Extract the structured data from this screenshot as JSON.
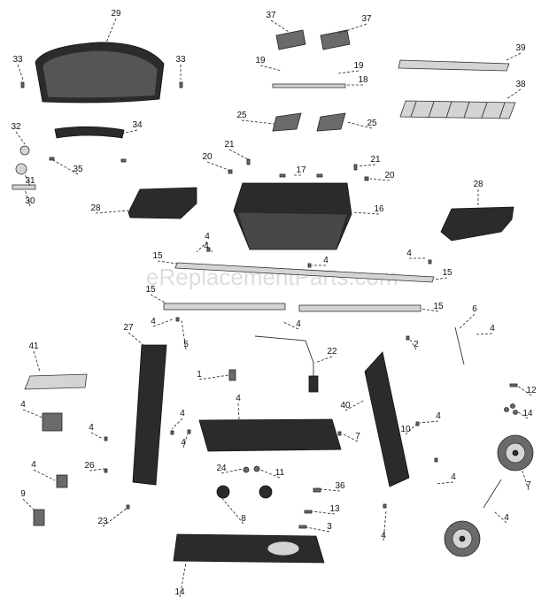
{
  "watermark": "eReplacementParts.com",
  "callouts": [
    "29",
    "33",
    "33",
    "37",
    "37",
    "19",
    "19",
    "18",
    "39",
    "38",
    "32",
    "34",
    "31",
    "35",
    "30",
    "25",
    "25",
    "21",
    "21",
    "20",
    "20",
    "17",
    "28",
    "16",
    "28",
    "4",
    "4",
    "15",
    "15",
    "15",
    "15",
    "4",
    "4",
    "4",
    "4",
    "5",
    "6",
    "4",
    "2",
    "27",
    "22",
    "1",
    "40",
    "41",
    "4",
    "4",
    "4",
    "4",
    "26",
    "4",
    "4",
    "7",
    "4",
    "4",
    "23",
    "24",
    "11",
    "12",
    "14",
    "7",
    "9",
    "36",
    "8",
    "13",
    "4",
    "4",
    "10",
    "3",
    "14"
  ],
  "parts": [
    "lid",
    "lid-handle",
    "firebox",
    "side-shelf-left",
    "side-shelf-right",
    "burner-heat-tent-left",
    "burner-heat-tent-right",
    "cooking-grate",
    "warming-rack",
    "heat-deflector",
    "manifold",
    "cart-leg-left",
    "cart-leg-right",
    "rear-panel",
    "bottom-shelf",
    "grease-tray",
    "grease-cup",
    "wheel-front",
    "wheel-rear",
    "axle",
    "control-knob",
    "igniter",
    "cross-brace-front",
    "cross-brace-rear",
    "thermometer",
    "gas-tube"
  ]
}
